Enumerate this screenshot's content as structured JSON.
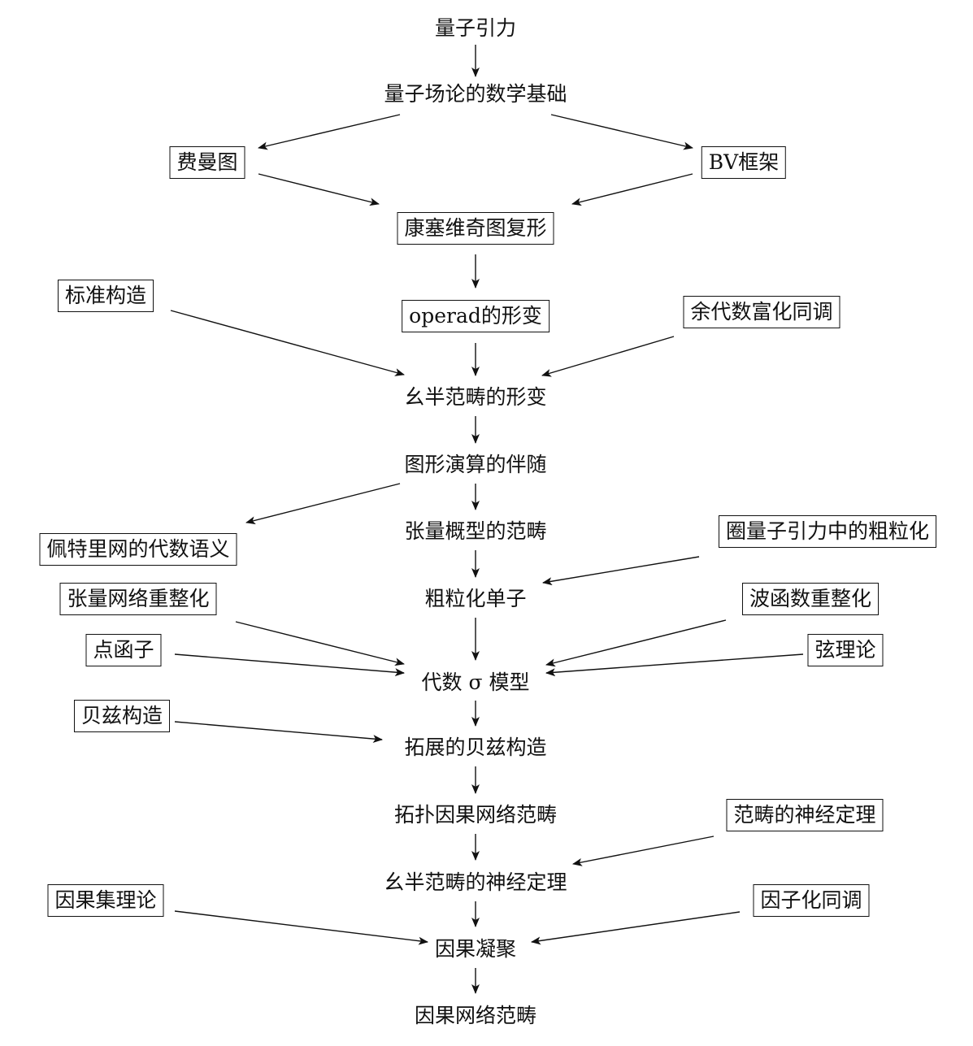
{
  "nodes": [
    {
      "id": "quantum_gravity",
      "label": "量子引力",
      "boxed": false
    },
    {
      "id": "math_foundation",
      "label": "量子场论的数学基础",
      "boxed": false
    },
    {
      "id": "feynman",
      "label": "费曼图",
      "boxed": true
    },
    {
      "id": "bv",
      "label": "BV框架",
      "boxed": true
    },
    {
      "id": "kontsevich",
      "label": "康塞维奇图复形",
      "boxed": true
    },
    {
      "id": "std_construction",
      "label": "标准构造",
      "boxed": true
    },
    {
      "id": "operad_def",
      "label": "operad的形变",
      "boxed": true
    },
    {
      "id": "coalg_hom",
      "label": "余代数富化同调",
      "boxed": true
    },
    {
      "id": "mono_cat_def",
      "label": "幺半范畴的形变",
      "boxed": false
    },
    {
      "id": "graph_calc_adj",
      "label": "图形演算的伴随",
      "boxed": false
    },
    {
      "id": "petri_sem",
      "label": "佩特里网的代数语义",
      "boxed": true
    },
    {
      "id": "tensor_cat",
      "label": "张量概型的范畴",
      "boxed": false
    },
    {
      "id": "lqg_coarse",
      "label": "圈量子引力中的粗粒化",
      "boxed": true
    },
    {
      "id": "coarse_monad",
      "label": "粗粒化单子",
      "boxed": false
    },
    {
      "id": "tn_renorm",
      "label": "张量网络重整化",
      "boxed": true
    },
    {
      "id": "wave_renorm",
      "label": "波函数重整化",
      "boxed": true
    },
    {
      "id": "point_functor",
      "label": "点函子",
      "boxed": true
    },
    {
      "id": "string_theory",
      "label": "弦理论",
      "boxed": true
    },
    {
      "id": "alg_sigma",
      "label": "代数 σ 模型",
      "boxed": false
    },
    {
      "id": "beck",
      "label": "贝兹构造",
      "boxed": true
    },
    {
      "id": "ext_beck",
      "label": "拓展的贝兹构造",
      "boxed": false
    },
    {
      "id": "topo_causal",
      "label": "拓扑因果网络范畴",
      "boxed": false
    },
    {
      "id": "cat_nerve",
      "label": "范畴的神经定理",
      "boxed": true
    },
    {
      "id": "mono_nerve",
      "label": "幺半范畴的神经定理",
      "boxed": false
    },
    {
      "id": "causal_set",
      "label": "因果集理论",
      "boxed": true
    },
    {
      "id": "factor_hom",
      "label": "因子化同调",
      "boxed": true
    },
    {
      "id": "causal_cond",
      "label": "因果凝聚",
      "boxed": false
    },
    {
      "id": "causal_net_cat",
      "label": "因果网络范畴",
      "boxed": false
    }
  ],
  "edges": [
    {
      "from": "quantum_gravity",
      "to": "math_foundation"
    },
    {
      "from": "math_foundation",
      "to": "feynman"
    },
    {
      "from": "math_foundation",
      "to": "bv"
    },
    {
      "from": "feynman",
      "to": "kontsevich"
    },
    {
      "from": "bv",
      "to": "kontsevich"
    },
    {
      "from": "kontsevich",
      "to": "operad_def"
    },
    {
      "from": "operad_def",
      "to": "mono_cat_def"
    },
    {
      "from": "std_construction",
      "to": "mono_cat_def"
    },
    {
      "from": "coalg_hom",
      "to": "mono_cat_def"
    },
    {
      "from": "mono_cat_def",
      "to": "graph_calc_adj"
    },
    {
      "from": "graph_calc_adj",
      "to": "petri_sem"
    },
    {
      "from": "graph_calc_adj",
      "to": "tensor_cat"
    },
    {
      "from": "tensor_cat",
      "to": "coarse_monad"
    },
    {
      "from": "lqg_coarse",
      "to": "coarse_monad"
    },
    {
      "from": "coarse_monad",
      "to": "alg_sigma"
    },
    {
      "from": "tn_renorm",
      "to": "alg_sigma"
    },
    {
      "from": "point_functor",
      "to": "alg_sigma"
    },
    {
      "from": "wave_renorm",
      "to": "alg_sigma"
    },
    {
      "from": "string_theory",
      "to": "alg_sigma"
    },
    {
      "from": "alg_sigma",
      "to": "ext_beck"
    },
    {
      "from": "beck",
      "to": "ext_beck"
    },
    {
      "from": "ext_beck",
      "to": "topo_causal"
    },
    {
      "from": "topo_causal",
      "to": "mono_nerve"
    },
    {
      "from": "cat_nerve",
      "to": "mono_nerve"
    },
    {
      "from": "mono_nerve",
      "to": "causal_cond"
    },
    {
      "from": "causal_set",
      "to": "causal_cond"
    },
    {
      "from": "factor_hom",
      "to": "causal_cond"
    },
    {
      "from": "causal_cond",
      "to": "causal_net_cat"
    }
  ]
}
